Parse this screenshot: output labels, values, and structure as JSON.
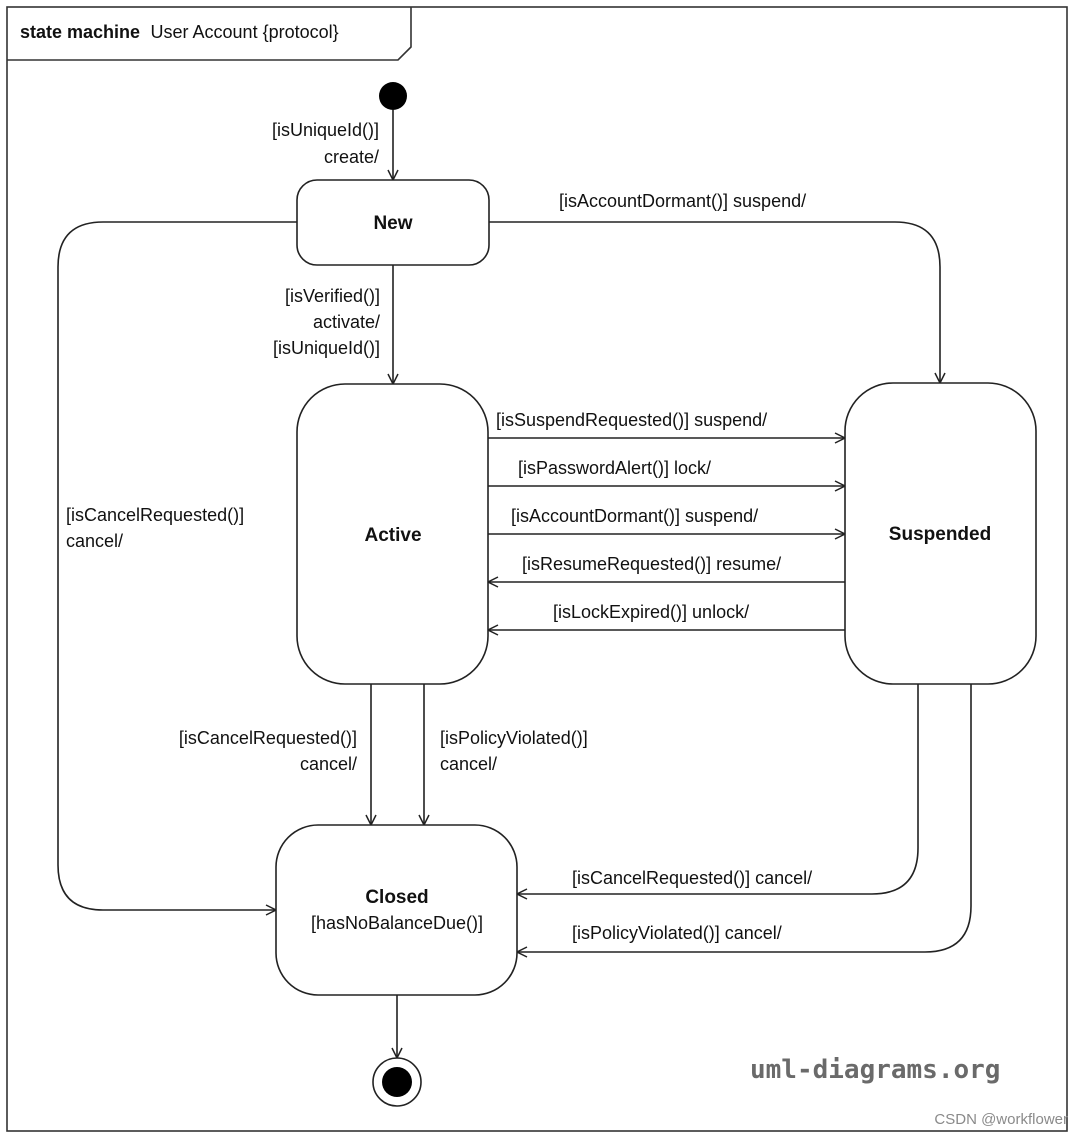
{
  "frame": {
    "keyword": "state machine",
    "name": "User Account {protocol}"
  },
  "states": {
    "new": "New",
    "active": "Active",
    "suspended": "Suspended",
    "closed": "Closed",
    "closed_invariant": "[hasNoBalanceDue()]"
  },
  "transitions": {
    "initial_new": {
      "guard": "[isUniqueId()]",
      "action": "create/"
    },
    "new_active": {
      "guard": "[isVerified()]",
      "action": "activate/",
      "guard2": "[isUniqueId()]"
    },
    "new_suspended": "[isAccountDormant()] suspend/",
    "new_closed": {
      "guard": "[isCancelRequested()]",
      "action": "cancel/"
    },
    "active_suspended_1": "[isSuspendRequested()] suspend/",
    "active_suspended_2": "[isPasswordAlert()] lock/",
    "active_suspended_3": "[isAccountDormant()] suspend/",
    "suspended_active_1": "[isResumeRequested()] resume/",
    "suspended_active_2": "[isLockExpired()] unlock/",
    "active_closed_1": {
      "guard": "[isCancelRequested()]",
      "action": "cancel/"
    },
    "active_closed_2": {
      "guard": "[isPolicyViolated()]",
      "action": "cancel/"
    },
    "suspended_closed_1": "[isCancelRequested()] cancel/",
    "suspended_closed_2": "[isPolicyViolated()] cancel/"
  },
  "watermark": "uml-diagrams.org",
  "credit": "CSDN @workflower"
}
